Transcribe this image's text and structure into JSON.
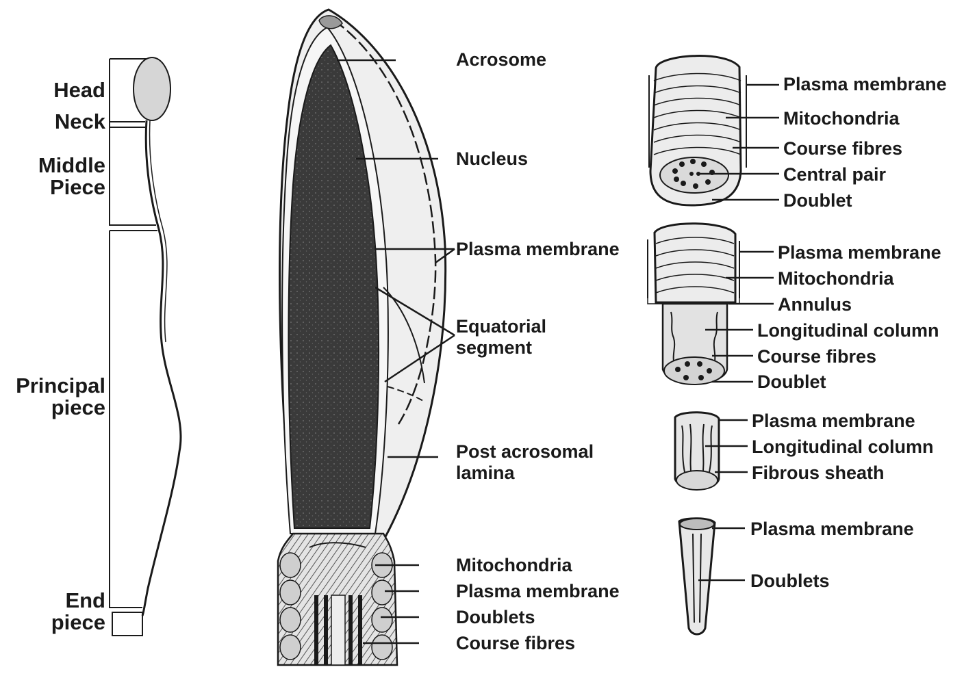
{
  "colors": {
    "ink": "#1a1a1a",
    "nucleus": "#3a3a3a",
    "head_fill": "#d6d6d6",
    "cytoplasm": "#efefef",
    "tissue": "#bdbdbd"
  },
  "overview": {
    "head": "Head",
    "neck": "Neck",
    "middle_piece": "Middle\nPiece",
    "principal_piece": "Principal\npiece",
    "end_piece": "End\npiece"
  },
  "head_detail": {
    "acrosome": "Acrosome",
    "nucleus": "Nucleus",
    "plasma_membrane": "Plasma membrane",
    "equatorial_segment": "Equatorial\nsegment",
    "post_acrosomal_lamina": "Post acrosomal\nlamina",
    "mitochondria": "Mitochondria",
    "plasma_membrane_2": "Plasma membrane",
    "doublets": "Doublets",
    "course_fibres": "Course fibres"
  },
  "middle_piece_section": {
    "plasma_membrane": "Plasma membrane",
    "mitochondria": "Mitochondria",
    "course_fibres": "Course fibres",
    "central_pair": "Central pair",
    "doublet": "Doublet"
  },
  "annulus_section": {
    "plasma_membrane": "Plasma membrane",
    "mitochondria": "Mitochondria",
    "annulus": "Annulus",
    "longitudinal_column": "Longitudinal column",
    "course_fibres": "Course fibres",
    "doublet": "Doublet"
  },
  "principal_piece_section": {
    "plasma_membrane": "Plasma membrane",
    "longitudinal_column": "Longitudinal column",
    "fibrous_sheath": "Fibrous sheath"
  },
  "end_piece_section": {
    "plasma_membrane": "Plasma membrane",
    "doublets": "Doublets"
  }
}
